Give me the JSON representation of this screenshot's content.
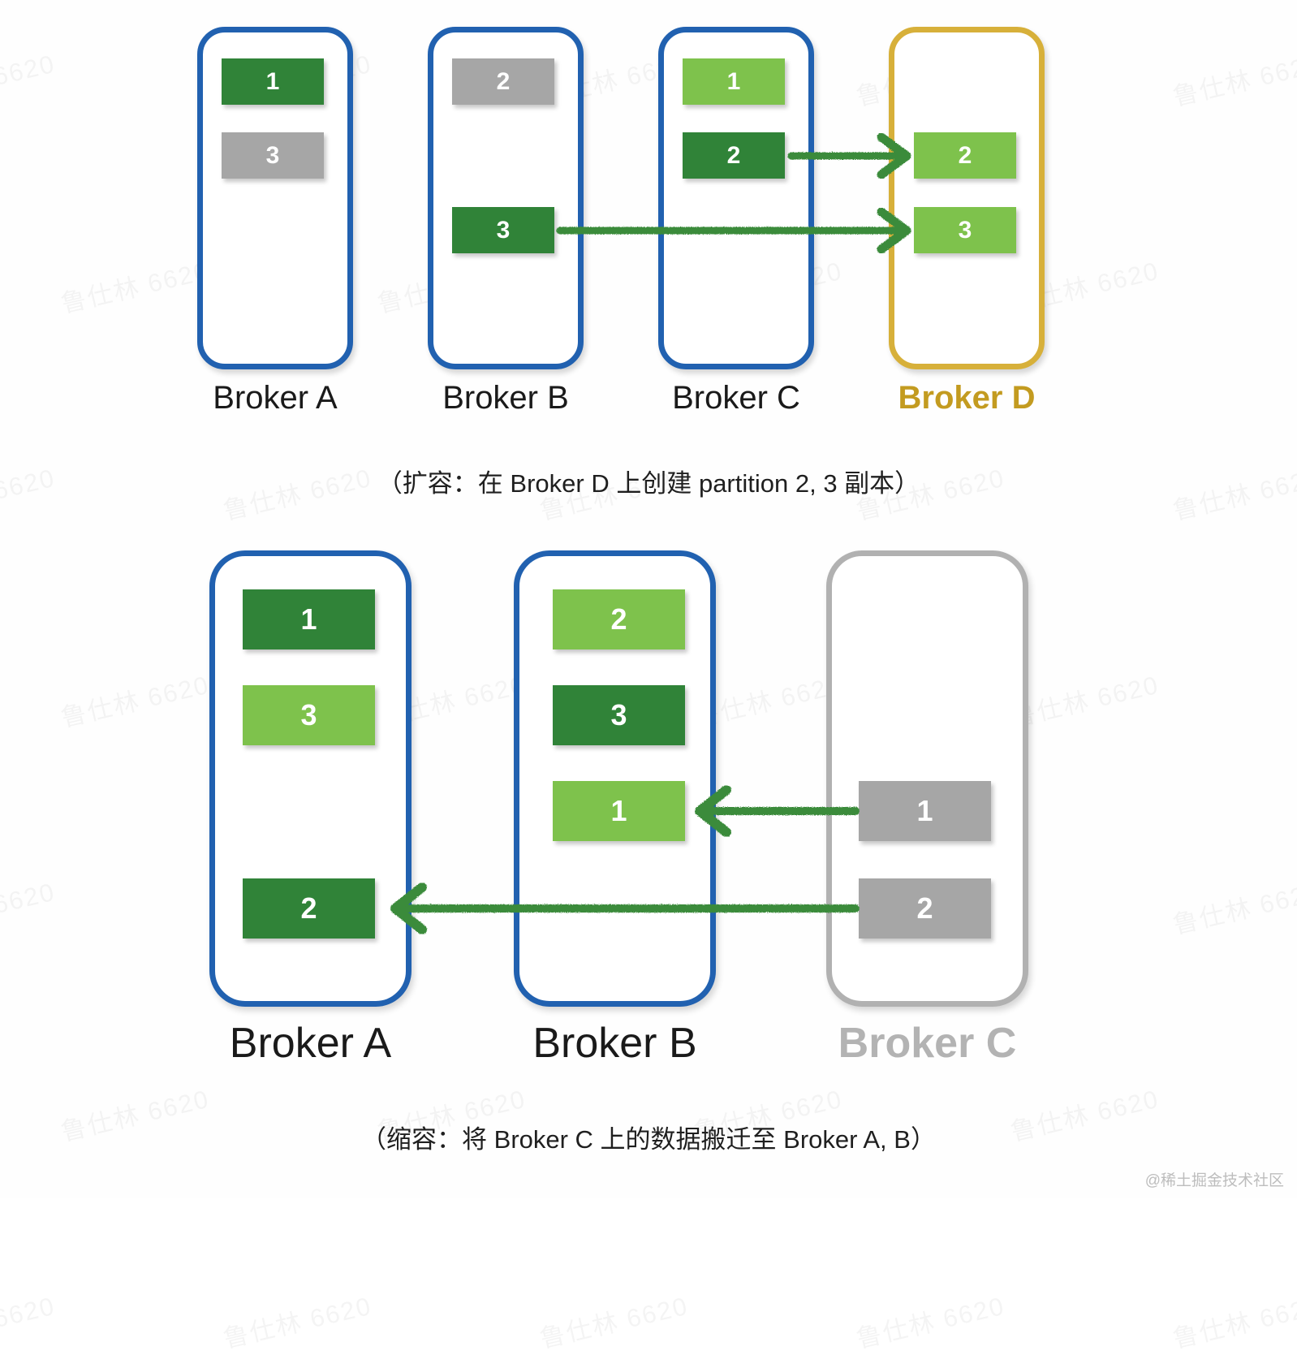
{
  "watermark": {
    "text": "鲁仕林 6620",
    "credit": "@稀土掘金技术社区"
  },
  "colors": {
    "border_blue": "#2161b0",
    "border_gold": "#d7b03a",
    "border_grey": "#b1b1b1",
    "partition_dark_green": "#308338",
    "partition_light_green": "#7ec24c",
    "partition_grey": "#a6a6a6",
    "arrow_green": "#3b8b3b",
    "label_gold": "#c39b20",
    "label_grey": "#b3b3b3"
  },
  "diagrams": [
    {
      "id": "scale-out",
      "caption": "（扩容：在 Broker D 上创建 partition 2, 3 副本）",
      "brokers": [
        {
          "label": "Broker A",
          "label_style": "normal",
          "border": "blue",
          "partitions": [
            {
              "value": "1",
              "color": "dark-green"
            },
            {
              "value": "3",
              "color": "grey"
            }
          ]
        },
        {
          "label": "Broker B",
          "label_style": "normal",
          "border": "blue",
          "partitions": [
            {
              "value": "2",
              "color": "grey"
            },
            {
              "value": "3",
              "color": "dark-green"
            }
          ]
        },
        {
          "label": "Broker C",
          "label_style": "normal",
          "border": "blue",
          "partitions": [
            {
              "value": "1",
              "color": "light-green"
            },
            {
              "value": "2",
              "color": "dark-green"
            }
          ]
        },
        {
          "label": "Broker D",
          "label_style": "gold",
          "border": "gold",
          "partitions": [
            {
              "value": "2",
              "color": "light-green"
            },
            {
              "value": "3",
              "color": "light-green"
            }
          ]
        }
      ],
      "arrows": [
        {
          "from": "broker-c-partition-2",
          "to": "broker-d-partition-2",
          "direction": "right"
        },
        {
          "from": "broker-b-partition-3",
          "to": "broker-d-partition-3",
          "direction": "right"
        }
      ]
    },
    {
      "id": "scale-in",
      "caption": "（缩容：将 Broker C 上的数据搬迁至 Broker A, B）",
      "brokers": [
        {
          "label": "Broker A",
          "label_style": "normal",
          "border": "blue",
          "partitions": [
            {
              "value": "1",
              "color": "dark-green"
            },
            {
              "value": "3",
              "color": "light-green"
            },
            {
              "value": "2",
              "color": "dark-green"
            }
          ]
        },
        {
          "label": "Broker B",
          "label_style": "normal",
          "border": "blue",
          "partitions": [
            {
              "value": "2",
              "color": "light-green"
            },
            {
              "value": "3",
              "color": "dark-green"
            },
            {
              "value": "1",
              "color": "light-green"
            }
          ]
        },
        {
          "label": "Broker C",
          "label_style": "grey",
          "border": "grey",
          "partitions": [
            {
              "value": "1",
              "color": "grey"
            },
            {
              "value": "2",
              "color": "grey"
            }
          ]
        }
      ],
      "arrows": [
        {
          "from": "broker-c-partition-1",
          "to": "broker-b-partition-1",
          "direction": "left"
        },
        {
          "from": "broker-c-partition-2",
          "to": "broker-a-partition-2",
          "direction": "left"
        }
      ]
    }
  ]
}
